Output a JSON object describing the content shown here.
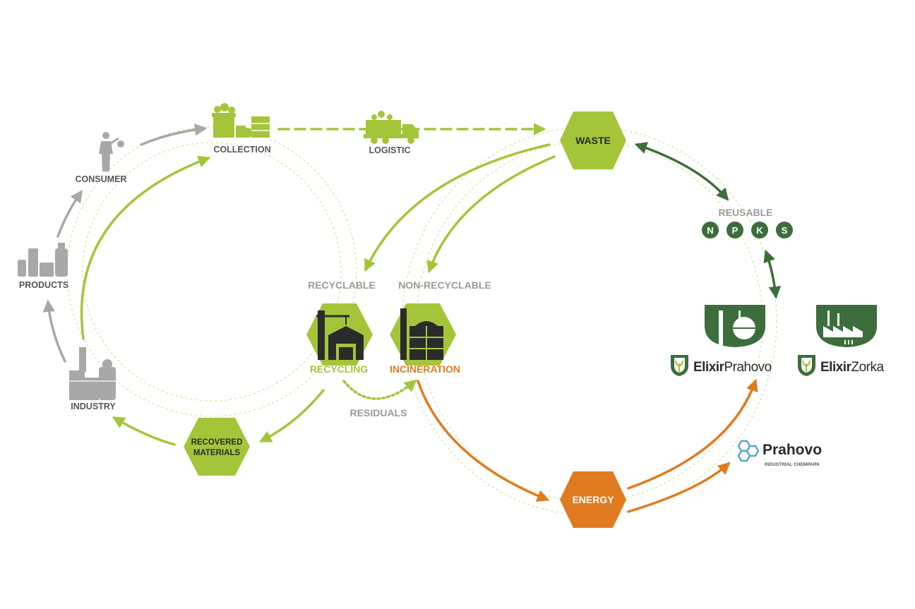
{
  "colors": {
    "lime": "#a4c53a",
    "lime_light": "#d4e39a",
    "orange": "#e07b20",
    "gray_icon": "#a8a8a8",
    "gray_text": "#6d6d6d",
    "gray_label": "#9b9b9b",
    "dark_green": "#3b6e3b",
    "dark": "#2b2b2b",
    "teal": "#5aa9c5"
  },
  "nodes": {
    "collection": "COLLECTION",
    "logistic": "LOGISTIC",
    "consumer": "CONSUMER",
    "products": "PRODUCTS",
    "industry": "INDUSTRY",
    "recovered_line1": "RECOVERED",
    "recovered_line2": "MATERIALS",
    "waste": "WASTE",
    "recyclable": "RECYCLABLE",
    "non_recyclable": "NON-RECYCLABLE",
    "recycling": "RECYCLING",
    "incineration": "INCINERATION",
    "residuals": "RESIDUALS",
    "energy": "ENERGY",
    "reusable": "REUSABLE"
  },
  "nutrients": [
    "N",
    "P",
    "K",
    "S"
  ],
  "brands": {
    "elixir_prahovo_a": "Elixir",
    "elixir_prahovo_b": "Prahovo",
    "elixir_zorka_a": "Elixir",
    "elixir_zorka_b": "Zorka",
    "prahovo": "Prahovo",
    "prahovo_sub_a": "INDUSTRIAL ",
    "prahovo_sub_b": "CHEMPARK"
  },
  "icons": {
    "collection": "waste-bins-icon",
    "logistic": "garbage-truck-icon",
    "consumer": "person-icon",
    "products": "product-bottles-icon",
    "industry": "factory-icon",
    "recycling": "recycling-plant-icon",
    "incineration": "incinerator-icon",
    "elixir_prahovo": "chemical-plant-shield-icon",
    "elixir_zorka": "factory-shield-icon",
    "prahovo": "hexagon-cluster-icon"
  }
}
